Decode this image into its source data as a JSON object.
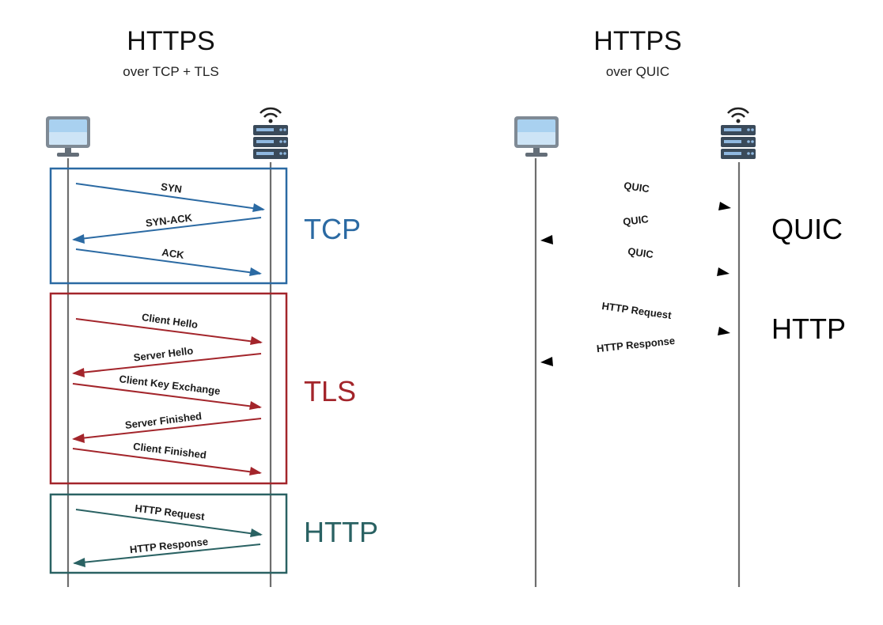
{
  "panels": [
    {
      "title": "HTTPS",
      "subtitle": "over TCP + TLS",
      "client_icon": "desktop-computer-icon",
      "server_icon": "server-rack-icon",
      "phases": [
        {
          "label": "TCP",
          "color": "#2b6aa3",
          "messages": [
            {
              "text": "SYN",
              "direction": "client-to-server"
            },
            {
              "text": "SYN-ACK",
              "direction": "server-to-client"
            },
            {
              "text": "ACK",
              "direction": "client-to-server"
            }
          ]
        },
        {
          "label": "TLS",
          "color": "#a3252b",
          "messages": [
            {
              "text": "Client Hello",
              "direction": "client-to-server"
            },
            {
              "text": "Server Hello",
              "direction": "server-to-client"
            },
            {
              "text": "Client Key Exchange",
              "direction": "client-to-server"
            },
            {
              "text": "Server Finished",
              "direction": "server-to-client"
            },
            {
              "text": "Client Finished",
              "direction": "client-to-server"
            }
          ]
        },
        {
          "label": "HTTP",
          "color": "#2a6263",
          "messages": [
            {
              "text": "HTTP Request",
              "direction": "client-to-server"
            },
            {
              "text": "HTTP Response",
              "direction": "server-to-client"
            }
          ]
        }
      ]
    },
    {
      "title": "HTTPS",
      "subtitle": "over QUIC",
      "client_icon": "desktop-computer-icon",
      "server_icon": "server-rack-icon",
      "phases": [
        {
          "label": "QUIC",
          "color": "#c9a21a",
          "messages": [
            {
              "text": "QUIC",
              "direction": "client-to-server"
            },
            {
              "text": "QUIC",
              "direction": "server-to-client"
            },
            {
              "text": "QUIC",
              "direction": "client-to-server"
            }
          ]
        },
        {
          "label": "HTTP",
          "color": "#2a6263",
          "messages": [
            {
              "text": "HTTP Request",
              "direction": "client-to-server"
            },
            {
              "text": "HTTP Response",
              "direction": "server-to-client"
            }
          ]
        }
      ]
    }
  ]
}
